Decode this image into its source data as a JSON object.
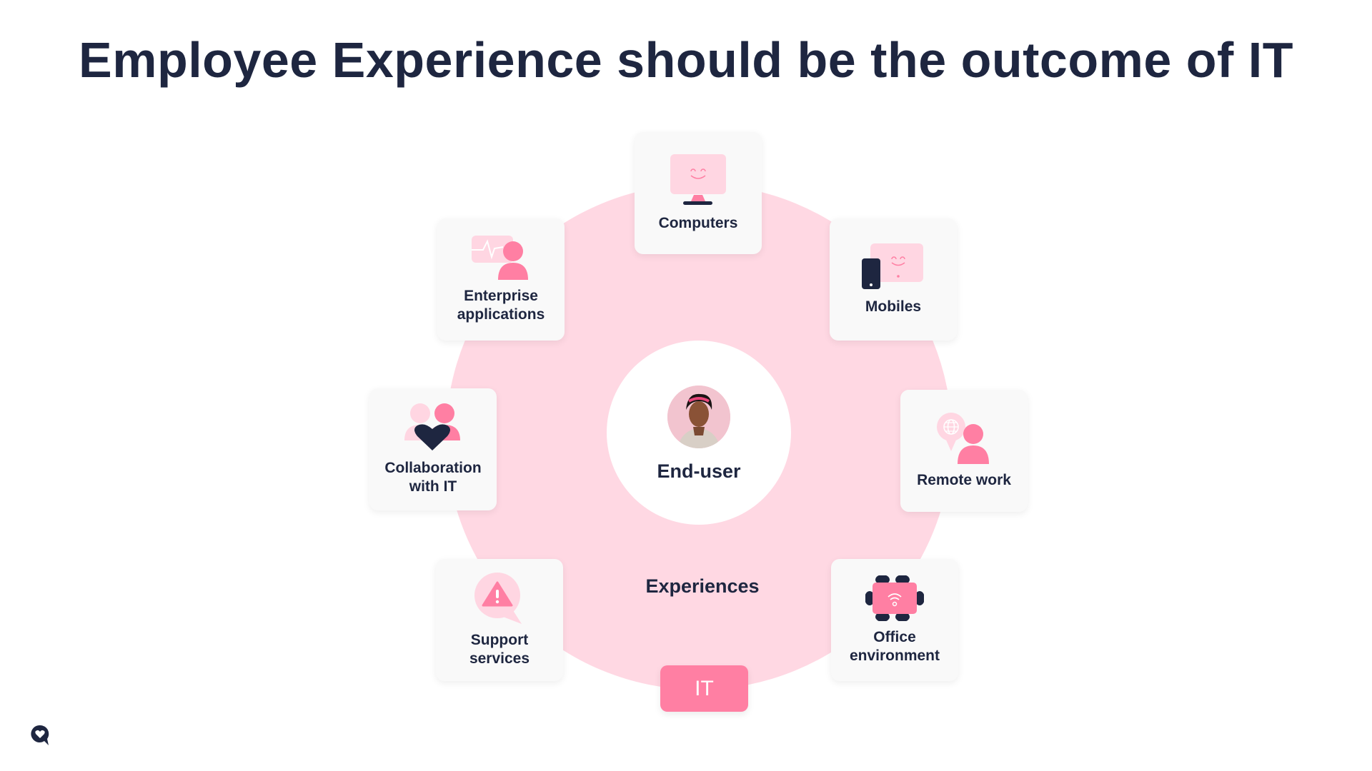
{
  "title": "Employee Experience should be the outcome of IT",
  "center": {
    "label": "End-user",
    "icon": "user-photo"
  },
  "ring_label": "Experiences",
  "it_button": "IT",
  "colors": {
    "navy": "#1e2640",
    "pink": "#ff7fa3",
    "light_pink": "#ffd8e3",
    "card": "#f9f9f9"
  },
  "cards": [
    {
      "label": "Computers",
      "icon": "computer-smile-icon"
    },
    {
      "label": "Enterprise applications",
      "icon": "enterprise-app-icon"
    },
    {
      "label": "Mobiles",
      "icon": "mobile-devices-icon"
    },
    {
      "label": "Collaboration with IT",
      "icon": "collaboration-heart-icon"
    },
    {
      "label": "Remote work",
      "icon": "remote-globe-icon"
    },
    {
      "label": "Support services",
      "icon": "support-warning-icon"
    },
    {
      "label": "Office environment",
      "icon": "office-table-icon"
    }
  ],
  "logo": "brand-logo"
}
